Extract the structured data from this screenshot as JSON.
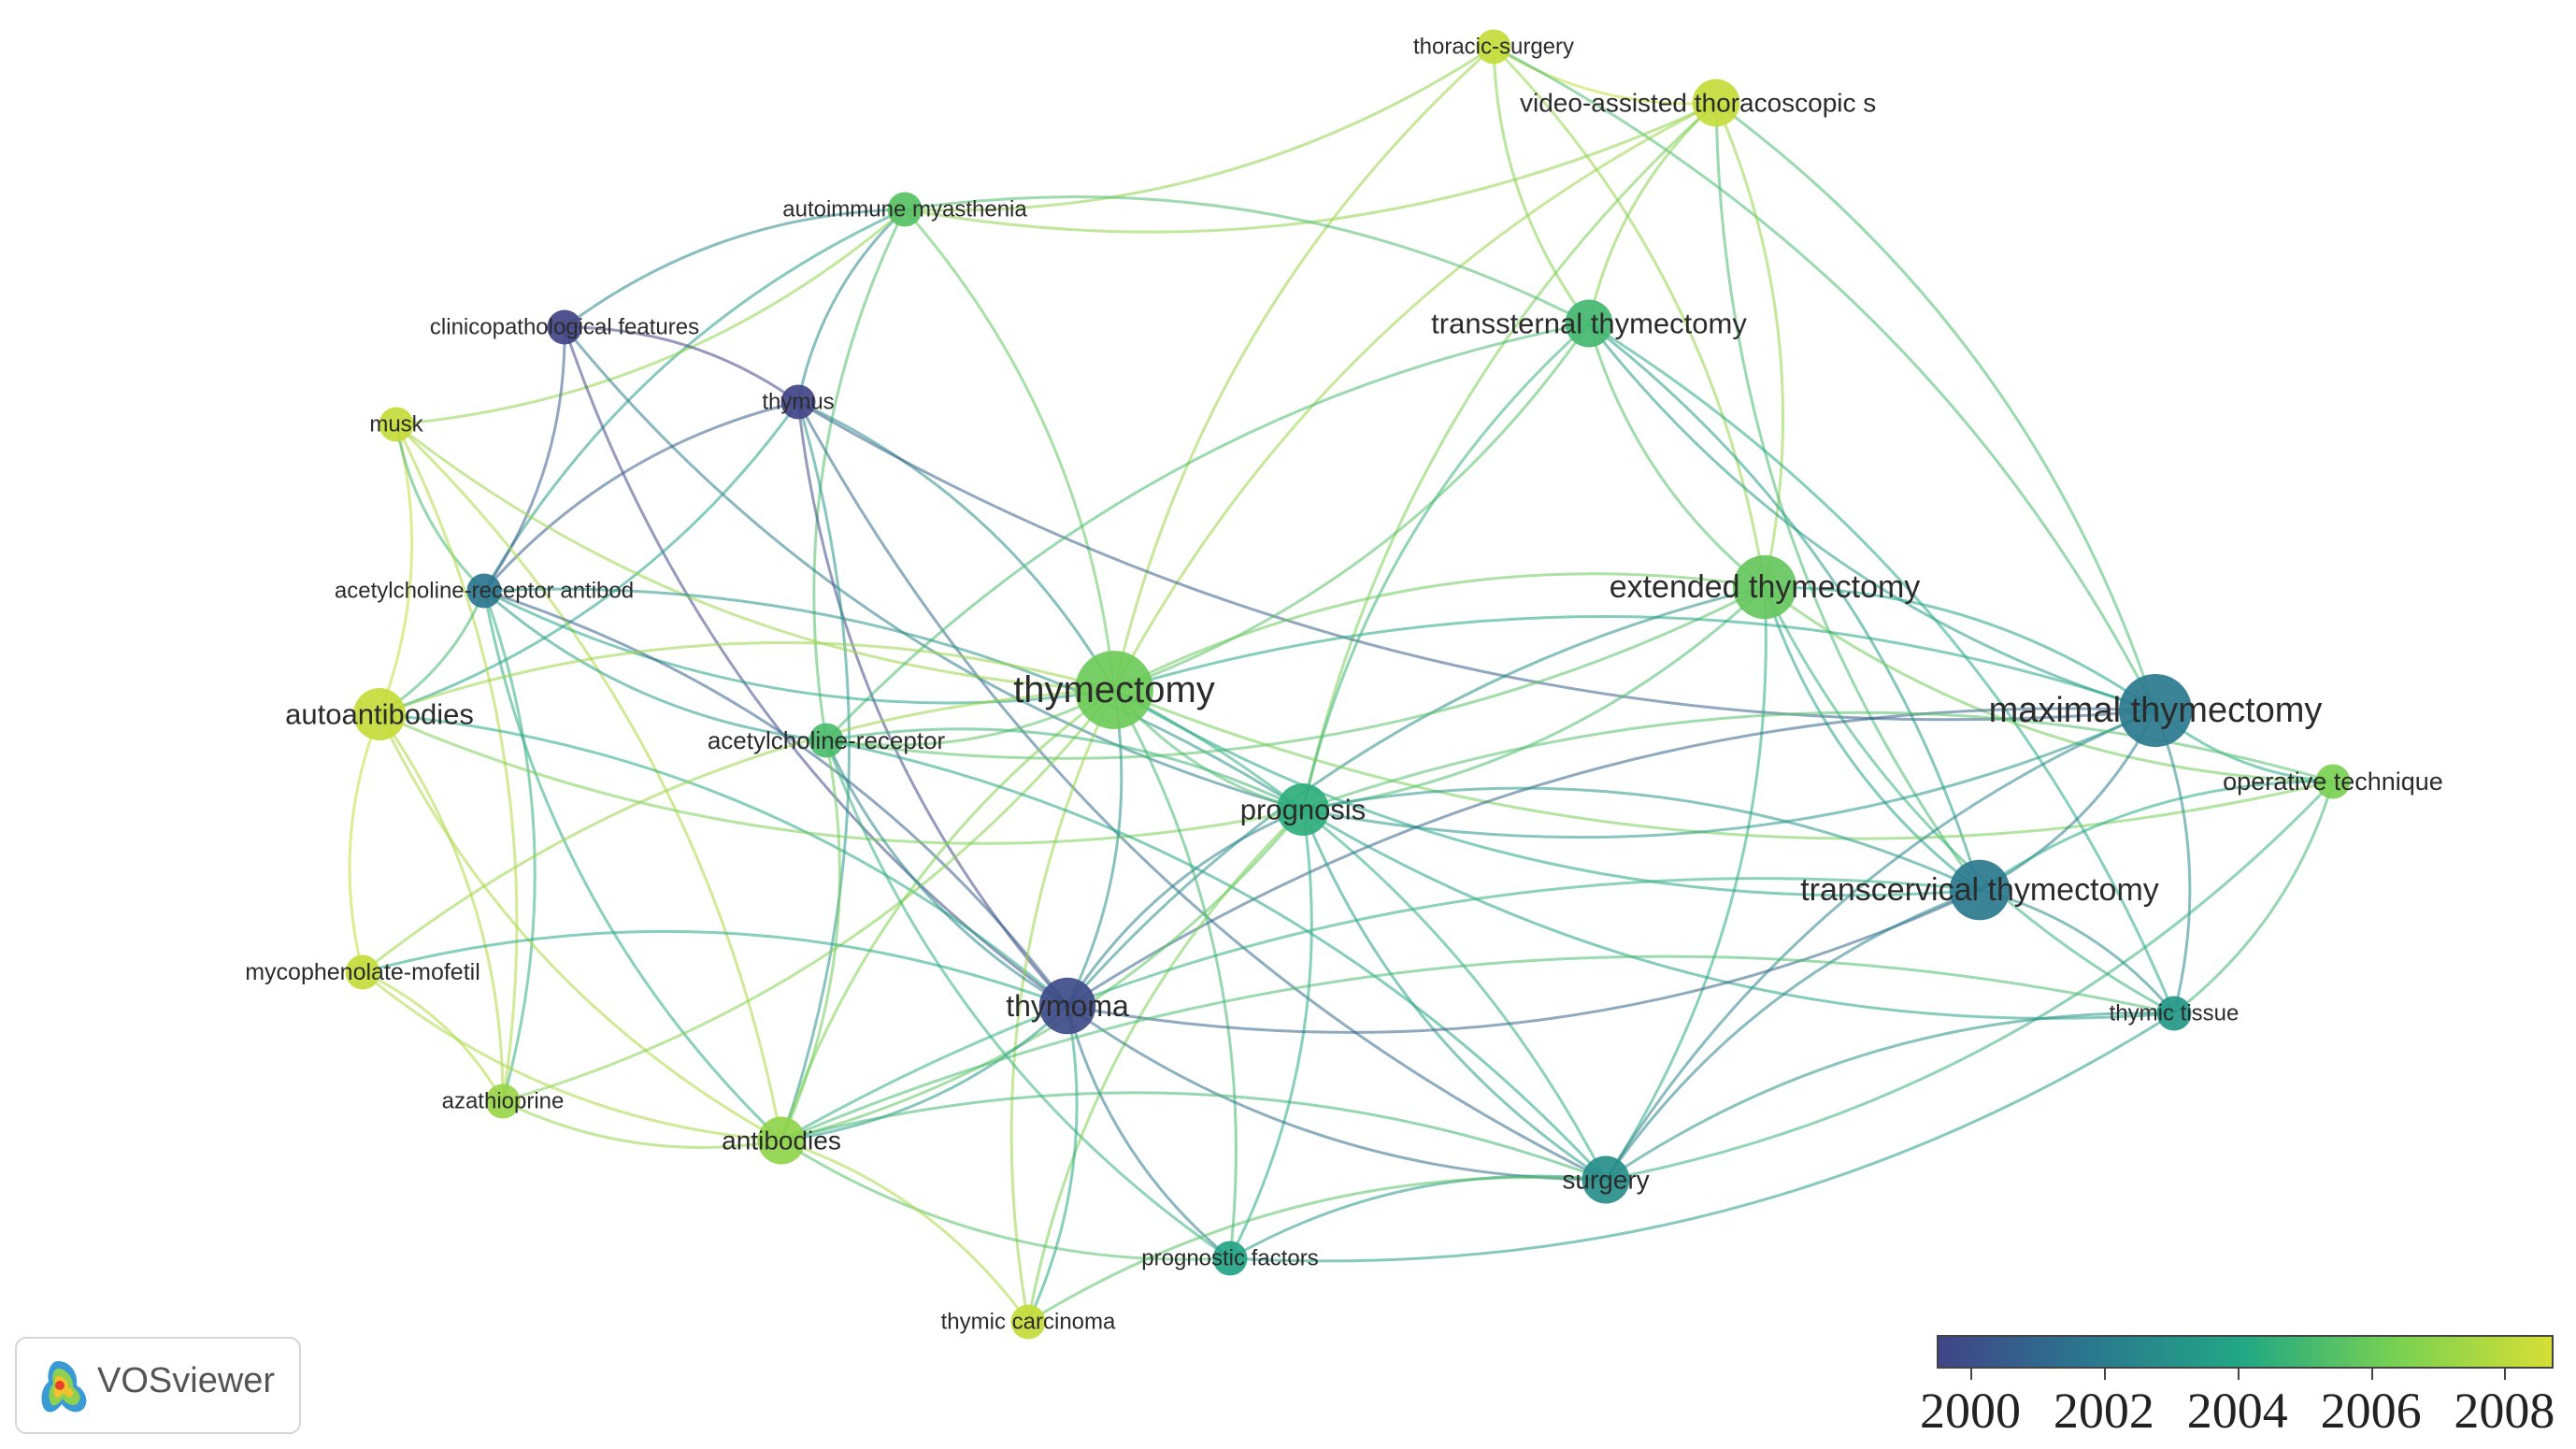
{
  "app": {
    "name": "VOSviewer"
  },
  "colors": {
    "scale": [
      "#414487",
      "#2A788E",
      "#22A884",
      "#7AD151",
      "#D6DE35"
    ]
  },
  "legend": {
    "min_year": 2000,
    "max_year": 2008.4,
    "ticks": [
      "2000",
      "2002",
      "2004",
      "2006",
      "2008"
    ]
  },
  "nodes": [
    {
      "id": "thoracic_surgery",
      "label": "thoracic-surgery",
      "year": 2008,
      "weight": 1
    },
    {
      "id": "vats",
      "label": "video-assisted thoracoscopic s",
      "year": 2008,
      "weight": 3
    },
    {
      "id": "autoimmune_myasthenia",
      "label": "autoimmune myasthenia",
      "year": 2005.5,
      "weight": 1
    },
    {
      "id": "clinicopathological",
      "label": "clinicopathological features",
      "year": 2000,
      "weight": 1
    },
    {
      "id": "thymus",
      "label": "thymus",
      "year": 2000,
      "weight": 1
    },
    {
      "id": "musk",
      "label": "musk",
      "year": 2008,
      "weight": 1
    },
    {
      "id": "transsternal",
      "label": "transsternal thymectomy",
      "year": 2005,
      "weight": 3
    },
    {
      "id": "ach_antibody",
      "label": "acetylcholine-receptor antibod",
      "year": 2002,
      "weight": 1
    },
    {
      "id": "extended",
      "label": "extended thymectomy",
      "year": 2005.8,
      "weight": 7
    },
    {
      "id": "autoantibodies",
      "label": "autoantibodies",
      "year": 2008,
      "weight": 4
    },
    {
      "id": "thymectomy",
      "label": "thymectomy",
      "year": 2006,
      "weight": 12
    },
    {
      "id": "maximal",
      "label": "maximal thymectomy",
      "year": 2002.2,
      "weight": 10
    },
    {
      "id": "ach_receptor",
      "label": "acetylcholine-receptor",
      "year": 2005.2,
      "weight": 1
    },
    {
      "id": "operative_technique",
      "label": "operative technique",
      "year": 2006.3,
      "weight": 1
    },
    {
      "id": "prognosis",
      "label": "prognosis",
      "year": 2004.5,
      "weight": 4
    },
    {
      "id": "transcervical",
      "label": "transcervical thymectomy",
      "year": 2002.2,
      "weight": 6
    },
    {
      "id": "mycophenolate",
      "label": "mycophenolate-mofetil",
      "year": 2008,
      "weight": 1
    },
    {
      "id": "thymoma",
      "label": "thymoma",
      "year": 2000.3,
      "weight": 5
    },
    {
      "id": "thymic_tissue",
      "label": "thymic tissue",
      "year": 2003.5,
      "weight": 1
    },
    {
      "id": "azathioprine",
      "label": "azathioprine",
      "year": 2007,
      "weight": 1
    },
    {
      "id": "antibodies",
      "label": "antibodies",
      "year": 2006.8,
      "weight": 3
    },
    {
      "id": "surgery",
      "label": "surgery",
      "year": 2003,
      "weight": 3
    },
    {
      "id": "prognostic_factors",
      "label": "prognostic factors",
      "year": 2004,
      "weight": 1
    },
    {
      "id": "thymic_carcinoma",
      "label": "thymic carcinoma",
      "year": 2008,
      "weight": 1
    }
  ],
  "links": [
    [
      "thoracic_surgery",
      "vats"
    ],
    [
      "thoracic_surgery",
      "autoimmune_myasthenia"
    ],
    [
      "thoracic_surgery",
      "transsternal"
    ],
    [
      "thoracic_surgery",
      "extended"
    ],
    [
      "thoracic_surgery",
      "thymectomy"
    ],
    [
      "thoracic_surgery",
      "maximal"
    ],
    [
      "vats",
      "transsternal"
    ],
    [
      "vats",
      "extended"
    ],
    [
      "vats",
      "thymectomy"
    ],
    [
      "vats",
      "maximal"
    ],
    [
      "vats",
      "transcervical"
    ],
    [
      "vats",
      "autoimmune_myasthenia"
    ],
    [
      "vats",
      "prognosis"
    ],
    [
      "autoimmune_myasthenia",
      "transsternal"
    ],
    [
      "autoimmune_myasthenia",
      "thymus"
    ],
    [
      "autoimmune_myasthenia",
      "thymectomy"
    ],
    [
      "autoimmune_myasthenia",
      "ach_antibody"
    ],
    [
      "autoimmune_myasthenia",
      "musk"
    ],
    [
      "autoimmune_myasthenia",
      "ach_receptor"
    ],
    [
      "clinicopathological",
      "thymus"
    ],
    [
      "clinicopathological",
      "thymoma"
    ],
    [
      "clinicopathological",
      "ach_antibody"
    ],
    [
      "clinicopathological",
      "prognosis"
    ],
    [
      "clinicopathological",
      "autoimmune_myasthenia"
    ],
    [
      "thymus",
      "thymoma"
    ],
    [
      "thymus",
      "thymectomy"
    ],
    [
      "thymus",
      "ach_antibody"
    ],
    [
      "thymus",
      "autoantibodies"
    ],
    [
      "thymus",
      "maximal"
    ],
    [
      "thymus",
      "antibodies"
    ],
    [
      "thymus",
      "surgery"
    ],
    [
      "musk",
      "autoantibodies"
    ],
    [
      "musk",
      "ach_antibody"
    ],
    [
      "musk",
      "azathioprine"
    ],
    [
      "musk",
      "thymectomy"
    ],
    [
      "musk",
      "antibodies"
    ],
    [
      "transsternal",
      "extended"
    ],
    [
      "transsternal",
      "thymectomy"
    ],
    [
      "transsternal",
      "maximal"
    ],
    [
      "transsternal",
      "transcervical"
    ],
    [
      "transsternal",
      "prognosis"
    ],
    [
      "transsternal",
      "thymic_tissue"
    ],
    [
      "transsternal",
      "ach_receptor"
    ],
    [
      "ach_antibody",
      "autoantibodies"
    ],
    [
      "ach_antibody",
      "thymectomy"
    ],
    [
      "ach_antibody",
      "thymoma"
    ],
    [
      "ach_antibody",
      "ach_receptor"
    ],
    [
      "ach_antibody",
      "azathioprine"
    ],
    [
      "ach_antibody",
      "antibodies"
    ],
    [
      "ach_antibody",
      "prognosis"
    ],
    [
      "extended",
      "thymectomy"
    ],
    [
      "extended",
      "maximal"
    ],
    [
      "extended",
      "transcervical"
    ],
    [
      "extended",
      "prognosis"
    ],
    [
      "extended",
      "operative_technique"
    ],
    [
      "extended",
      "surgery"
    ],
    [
      "extended",
      "thymoma"
    ],
    [
      "extended",
      "ach_receptor"
    ],
    [
      "extended",
      "thymic_tissue"
    ],
    [
      "autoantibodies",
      "thymectomy"
    ],
    [
      "autoantibodies",
      "mycophenolate"
    ],
    [
      "autoantibodies",
      "azathioprine"
    ],
    [
      "autoantibodies",
      "antibodies"
    ],
    [
      "autoantibodies",
      "thymoma"
    ],
    [
      "autoantibodies",
      "prognosis"
    ],
    [
      "thymectomy",
      "maximal"
    ],
    [
      "thymectomy",
      "prognosis"
    ],
    [
      "thymectomy",
      "thymoma"
    ],
    [
      "thymectomy",
      "antibodies"
    ],
    [
      "thymectomy",
      "surgery"
    ],
    [
      "thymectomy",
      "transcervical"
    ],
    [
      "thymectomy",
      "ach_receptor"
    ],
    [
      "thymectomy",
      "mycophenolate"
    ],
    [
      "thymectomy",
      "azathioprine"
    ],
    [
      "thymectomy",
      "thymic_carcinoma"
    ],
    [
      "thymectomy",
      "prognostic_factors"
    ],
    [
      "thymectomy",
      "operative_technique"
    ],
    [
      "maximal",
      "transcervical"
    ],
    [
      "maximal",
      "operative_technique"
    ],
    [
      "maximal",
      "thymic_tissue"
    ],
    [
      "maximal",
      "surgery"
    ],
    [
      "maximal",
      "prognosis"
    ],
    [
      "maximal",
      "thymoma"
    ],
    [
      "ach_receptor",
      "prognosis"
    ],
    [
      "ach_receptor",
      "thymoma"
    ],
    [
      "ach_receptor",
      "antibodies"
    ],
    [
      "ach_receptor",
      "prognostic_factors"
    ],
    [
      "ach_receptor",
      "surgery"
    ],
    [
      "operative_technique",
      "transcervical"
    ],
    [
      "operative_technique",
      "thymic_tissue"
    ],
    [
      "operative_technique",
      "prognosis"
    ],
    [
      "operative_technique",
      "surgery"
    ],
    [
      "prognosis",
      "thymoma"
    ],
    [
      "prognosis",
      "transcervical"
    ],
    [
      "prognosis",
      "surgery"
    ],
    [
      "prognosis",
      "prognostic_factors"
    ],
    [
      "prognosis",
      "thymic_tissue"
    ],
    [
      "prognosis",
      "antibodies"
    ],
    [
      "prognosis",
      "thymic_carcinoma"
    ],
    [
      "transcervical",
      "thymoma"
    ],
    [
      "transcervical",
      "surgery"
    ],
    [
      "transcervical",
      "thymic_tissue"
    ],
    [
      "transcervical",
      "antibodies"
    ],
    [
      "mycophenolate",
      "azathioprine"
    ],
    [
      "mycophenolate",
      "antibodies"
    ],
    [
      "mycophenolate",
      "thymoma"
    ],
    [
      "thymoma",
      "surgery"
    ],
    [
      "thymoma",
      "antibodies"
    ],
    [
      "thymoma",
      "prognostic_factors"
    ],
    [
      "thymoma",
      "thymic_carcinoma"
    ],
    [
      "azathioprine",
      "antibodies"
    ],
    [
      "antibodies",
      "surgery"
    ],
    [
      "antibodies",
      "prognostic_factors"
    ],
    [
      "antibodies",
      "thymic_carcinoma"
    ],
    [
      "surgery",
      "prognostic_factors"
    ],
    [
      "surgery",
      "thymic_tissue"
    ],
    [
      "surgery",
      "thymic_carcinoma"
    ],
    [
      "thymic_tissue",
      "prognostic_factors"
    ],
    [
      "thymic_tissue",
      "antibodies"
    ]
  ]
}
